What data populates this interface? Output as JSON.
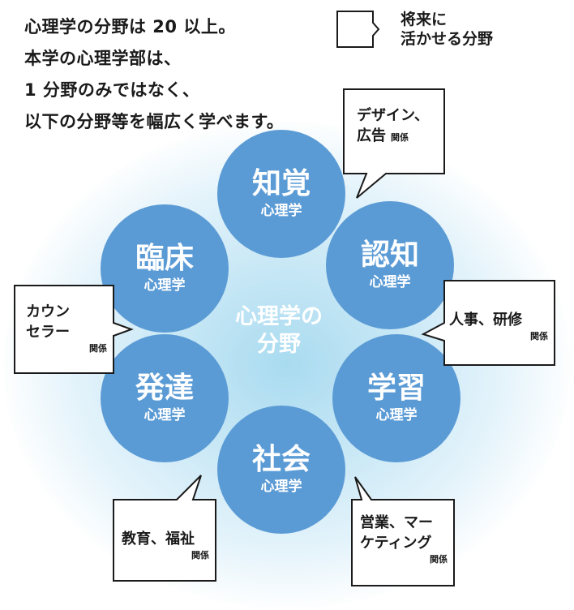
{
  "intro_lines": [
    "心理学の分野は 20 以上。",
    "本学の心理学部は、",
    "1 分野のみではなく、",
    "以下の分野等を幅広く学べます。"
  ],
  "legend": {
    "line1": "将来に",
    "line2": "活かせる分野"
  },
  "center": {
    "line1": "心理学の",
    "line2": "分野"
  },
  "circles": {
    "perception": {
      "main": "知覚",
      "sub": "心理学"
    },
    "cognitive": {
      "main": "認知",
      "sub": "心理学"
    },
    "learning": {
      "main": "学習",
      "sub": "心理学"
    },
    "social": {
      "main": "社会",
      "sub": "心理学"
    },
    "developmental": {
      "main": "発達",
      "sub": "心理学"
    },
    "clinical": {
      "main": "臨床",
      "sub": "心理学"
    }
  },
  "colors": {
    "circle_fill": "#5b9bd5",
    "glow": "#a9dbf0"
  },
  "callouts": {
    "design": {
      "line1": "デザイン、",
      "line2": "広告",
      "tag": "関係"
    },
    "hr": {
      "line1": "人事、研修",
      "tag": "関係"
    },
    "marketing": {
      "line1": "営業、マー",
      "line2": "ケティング",
      "tag": "関係"
    },
    "education": {
      "line1": "教育、福祉",
      "tag": "関係"
    },
    "counselor": {
      "line1": "カウン",
      "line2": "セラー",
      "tag": "関係"
    }
  }
}
